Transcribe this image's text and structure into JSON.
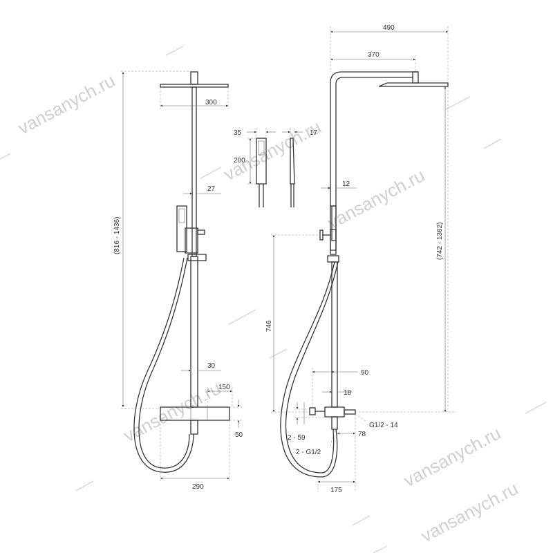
{
  "watermark": "vansanych.ru",
  "dimensions": {
    "left_view": {
      "head_width": "300",
      "pipe_diameter": "27",
      "total_height": "(816 - 1436)",
      "lower_pipe_diameter": "30",
      "thermostat_offset": "150",
      "body_height": "50",
      "body_width": "290"
    },
    "hand_shower": {
      "width_front": "35",
      "width_side": "17",
      "length": "200"
    },
    "right_view": {
      "arm_total": "490",
      "arm_reach": "370",
      "upper_pipe_diameter": "12",
      "height_range": "(742 - 1362)",
      "outlet_height": "746",
      "wall_offset": "90",
      "pipe_offset": "18",
      "spout_thread": "G1/2 - 14",
      "spout_length": "78",
      "inlet_spacing": "2 - 59",
      "inlet_thread": "2 - G1/2",
      "body_depth": "175"
    }
  }
}
